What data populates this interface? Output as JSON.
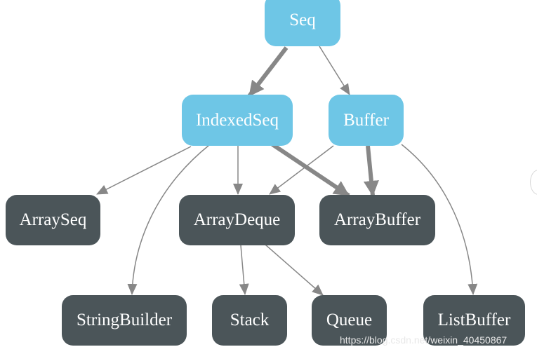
{
  "nodes": {
    "seq": {
      "label": "Seq",
      "kind": "trait",
      "color": "#6ec6e6"
    },
    "indexedseq": {
      "label": "IndexedSeq",
      "kind": "trait",
      "color": "#6ec6e6"
    },
    "buffer": {
      "label": "Buffer",
      "kind": "trait",
      "color": "#6ec6e6"
    },
    "arrayseq": {
      "label": "ArraySeq",
      "kind": "class",
      "color": "#4b5559"
    },
    "arraydeque": {
      "label": "ArrayDeque",
      "kind": "class",
      "color": "#4b5559"
    },
    "arraybuffer": {
      "label": "ArrayBuffer",
      "kind": "class",
      "color": "#4b5559"
    },
    "stringbuilder": {
      "label": "StringBuilder",
      "kind": "class",
      "color": "#4b5559"
    },
    "stack": {
      "label": "Stack",
      "kind": "class",
      "color": "#4b5559"
    },
    "queue": {
      "label": "Queue",
      "kind": "class",
      "color": "#4b5559"
    },
    "listbuffer": {
      "label": "ListBuffer",
      "kind": "class",
      "color": "#4b5559"
    }
  },
  "edges": [
    {
      "from": "Seq",
      "to": "IndexedSeq",
      "style": "thick"
    },
    {
      "from": "Seq",
      "to": "Buffer",
      "style": "thin"
    },
    {
      "from": "IndexedSeq",
      "to": "ArraySeq",
      "style": "thin"
    },
    {
      "from": "IndexedSeq",
      "to": "StringBuilder",
      "style": "thin"
    },
    {
      "from": "IndexedSeq",
      "to": "ArrayDeque",
      "style": "thin"
    },
    {
      "from": "IndexedSeq",
      "to": "ArrayBuffer",
      "style": "thick"
    },
    {
      "from": "Buffer",
      "to": "ArrayDeque",
      "style": "thin"
    },
    {
      "from": "Buffer",
      "to": "ArrayBuffer",
      "style": "thick"
    },
    {
      "from": "Buffer",
      "to": "ListBuffer",
      "style": "thin"
    },
    {
      "from": "ArrayDeque",
      "to": "Stack",
      "style": "thin"
    },
    {
      "from": "ArrayDeque",
      "to": "Queue",
      "style": "thin"
    }
  ],
  "edge_color": "#878787",
  "watermark": "https://blog.csdn.net/weixin_40450867"
}
